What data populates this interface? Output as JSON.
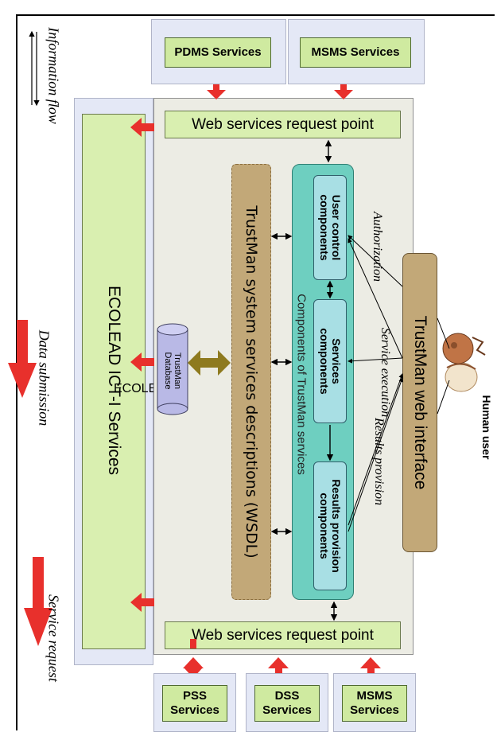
{
  "top_services": [
    {
      "label": "PDMS Services"
    },
    {
      "label": "MSMS Services"
    }
  ],
  "bottom_services": [
    {
      "label": "PSS Services"
    },
    {
      "label": "DSS Services"
    },
    {
      "label": "MSMS Services"
    }
  ],
  "request_point_label": "Web services request point",
  "ict_services_label": "ECOLEAD ICT-I Services",
  "system_descriptions_label": "TrustMan system services descriptions (WSDL)",
  "database_label": "TrustMan Database",
  "components_group_label": "Components of TrustMan services",
  "components": {
    "user_control": "User control components",
    "services": "Services components",
    "results_provision": "Results provision components"
  },
  "web_interface_label": "TrustMan web interface",
  "flow_labels": {
    "authorization": "Authorization",
    "service_execution": "Service execution",
    "results_provision": "Results provision"
  },
  "human_user_label": "Human user",
  "legend": {
    "information_flow": "Information flow",
    "data_submission": "Data submission",
    "service_request": "Service request"
  },
  "colors": {
    "green_box": "#cfeaa0",
    "teal_group": "#6ecfc0",
    "component_box": "#a8dfe4",
    "tan_box": "#c2a878",
    "db_cylinder": "#b9b9e6",
    "red_arrow": "#e8302c",
    "olive_arrow": "#8e7a1f"
  }
}
